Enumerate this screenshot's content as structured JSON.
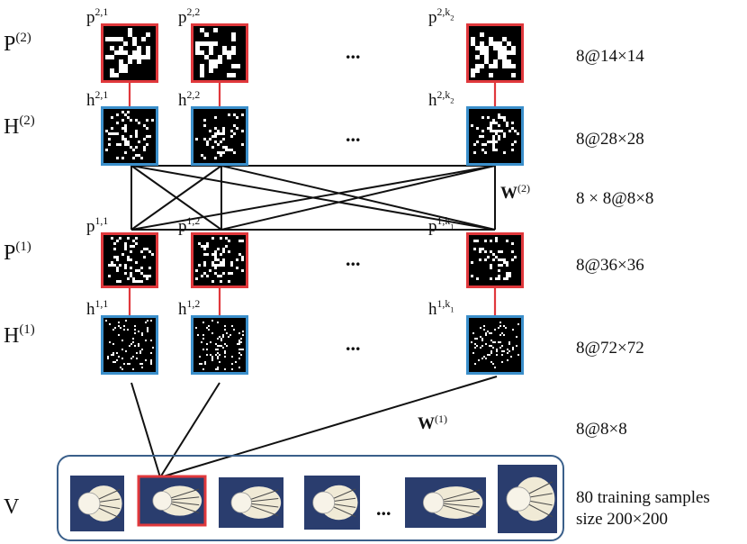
{
  "layers": [
    {
      "id": "P2",
      "label_main": "P",
      "label_sup": "(2)",
      "spec": "8@14×14",
      "units": [
        {
          "base": "p",
          "sup": "2,1"
        },
        {
          "base": "p",
          "sup": "2,2"
        },
        {
          "base": "p",
          "sup": "2,k",
          "sub": "2"
        }
      ]
    },
    {
      "id": "H2",
      "label_main": "H",
      "label_sup": "(2)",
      "spec": "8@28×28",
      "units": [
        {
          "base": "h",
          "sup": "2,1"
        },
        {
          "base": "h",
          "sup": "2,2"
        },
        {
          "base": "h",
          "sup": "2,k",
          "sub": "2"
        }
      ]
    },
    {
      "id": "P1",
      "label_main": "P",
      "label_sup": "(1)",
      "spec": "8@36×36",
      "units": [
        {
          "base": "p",
          "sup": "1,1"
        },
        {
          "base": "p",
          "sup": "1,2"
        },
        {
          "base": "p",
          "sup": "1,k",
          "sub": "1"
        }
      ]
    },
    {
      "id": "H1",
      "label_main": "H",
      "label_sup": "(1)",
      "spec": "8@72×72",
      "units": [
        {
          "base": "h",
          "sup": "1,1"
        },
        {
          "base": "h",
          "sup": "1,2"
        },
        {
          "base": "h",
          "sup": "1,k",
          "sub": "1"
        }
      ]
    }
  ],
  "weights": [
    {
      "id": "W2",
      "main": "W",
      "sup": "(2)",
      "spec": "8 × 8@8×8"
    },
    {
      "id": "W1",
      "main": "W",
      "sup": "(1)",
      "spec": "8@8×8"
    }
  ],
  "ellipsis": "...",
  "visible_layer": {
    "label": "V",
    "caption_line1": "80 training samples",
    "caption_line2": "size 200×200",
    "sample_count_shown": 6,
    "highlighted_sample_index": 1
  },
  "colors": {
    "pooling_border": "#e0383c",
    "hidden_border": "#3b8fcb",
    "connector": "#e0383c",
    "feature_bg": "#000000",
    "lines": "#111111",
    "panel_border": "#3a5f8a",
    "sample_bg": "#2a3d6e"
  }
}
